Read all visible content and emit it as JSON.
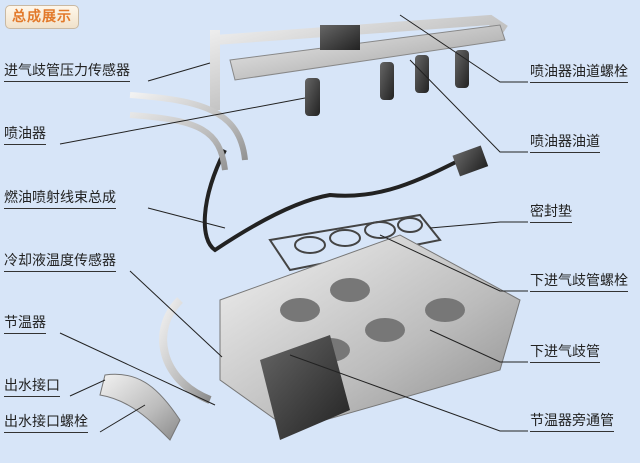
{
  "title": "总成展示",
  "left_labels": [
    "进气歧管压力传感器",
    "喷油器",
    "燃油喷射线束总成",
    "冷却液温度传感器",
    "节温器",
    "出水接口",
    "出水接口螺栓"
  ],
  "right_labels": [
    "喷油器油道螺栓",
    "喷油器油道",
    "密封垫",
    "下进气歧管螺栓",
    "下进气歧管",
    "节温器旁通管"
  ]
}
